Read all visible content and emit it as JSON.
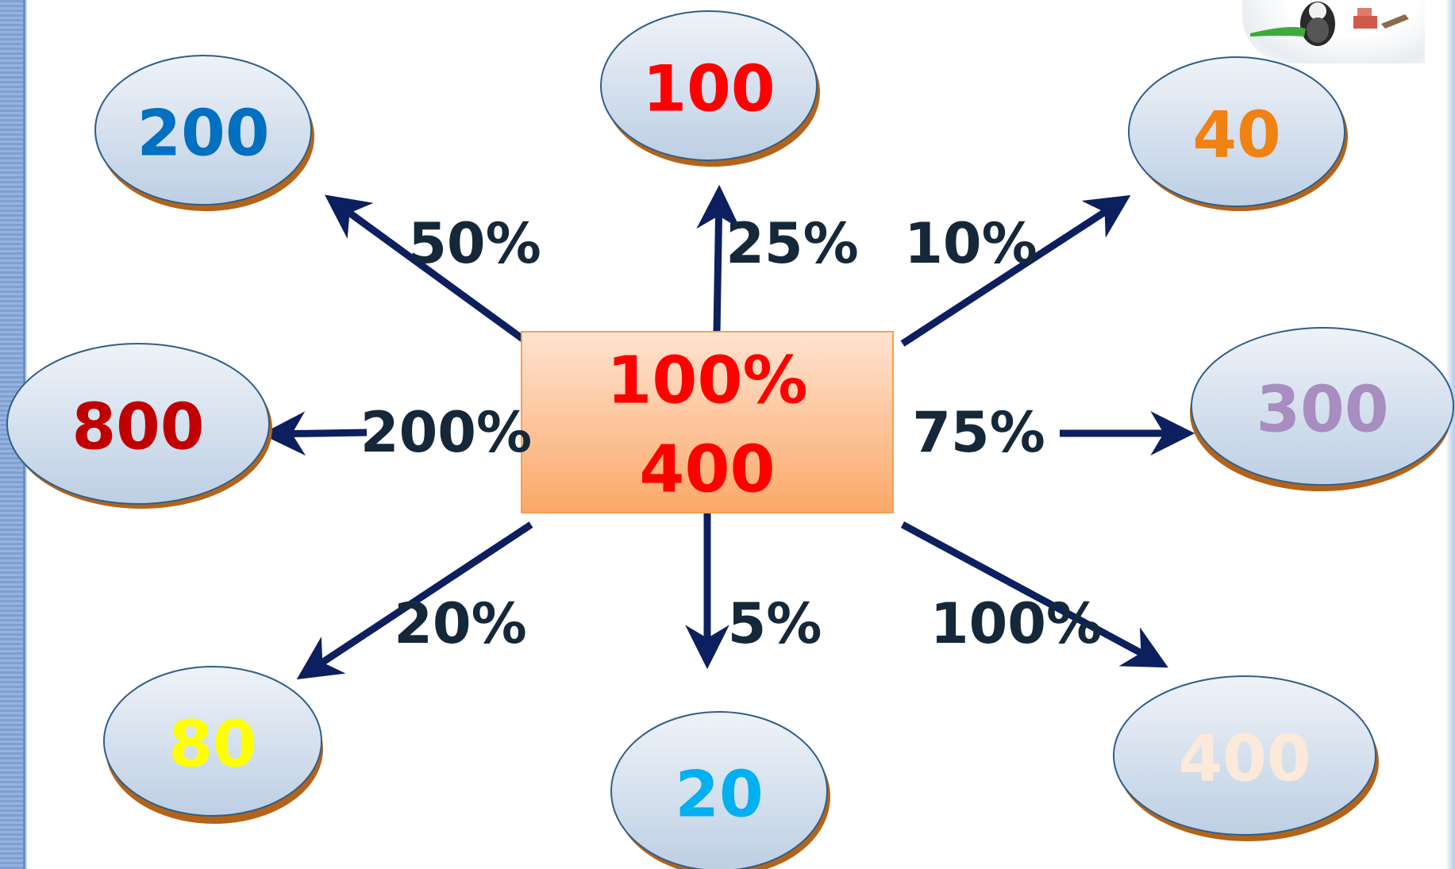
{
  "center": {
    "percent": "100%",
    "value": "400",
    "text_color": "#ff0000",
    "fill_top": "#ffe3d1",
    "fill_bottom": "#fba868",
    "border": "#f5a055"
  },
  "arrow_color": "#0c1f5e",
  "bubble_fill_top": "#eff3f8",
  "bubble_fill_bottom": "#bdcfe4",
  "bubble_shadow": "#b46318",
  "branches": [
    {
      "id": "top-left",
      "percent": "50%",
      "result": "200",
      "color": "#0070c0"
    },
    {
      "id": "top",
      "percent": "25%",
      "result": "100",
      "color": "#ff0000"
    },
    {
      "id": "top-right",
      "percent": "10%",
      "result": "40",
      "color": "#f08214"
    },
    {
      "id": "left",
      "percent": "200%",
      "result": "800",
      "color": "#c00000"
    },
    {
      "id": "right",
      "percent": "75%",
      "result": "300",
      "color": "#a78dc0"
    },
    {
      "id": "bottom-left",
      "percent": "20%",
      "result": "80",
      "color": "#ffff00"
    },
    {
      "id": "bottom",
      "percent": "5%",
      "result": "20",
      "color": "#00b0f0"
    },
    {
      "id": "bottom-right",
      "percent": "100%",
      "result": "400",
      "color": "#fde9d9"
    }
  ]
}
